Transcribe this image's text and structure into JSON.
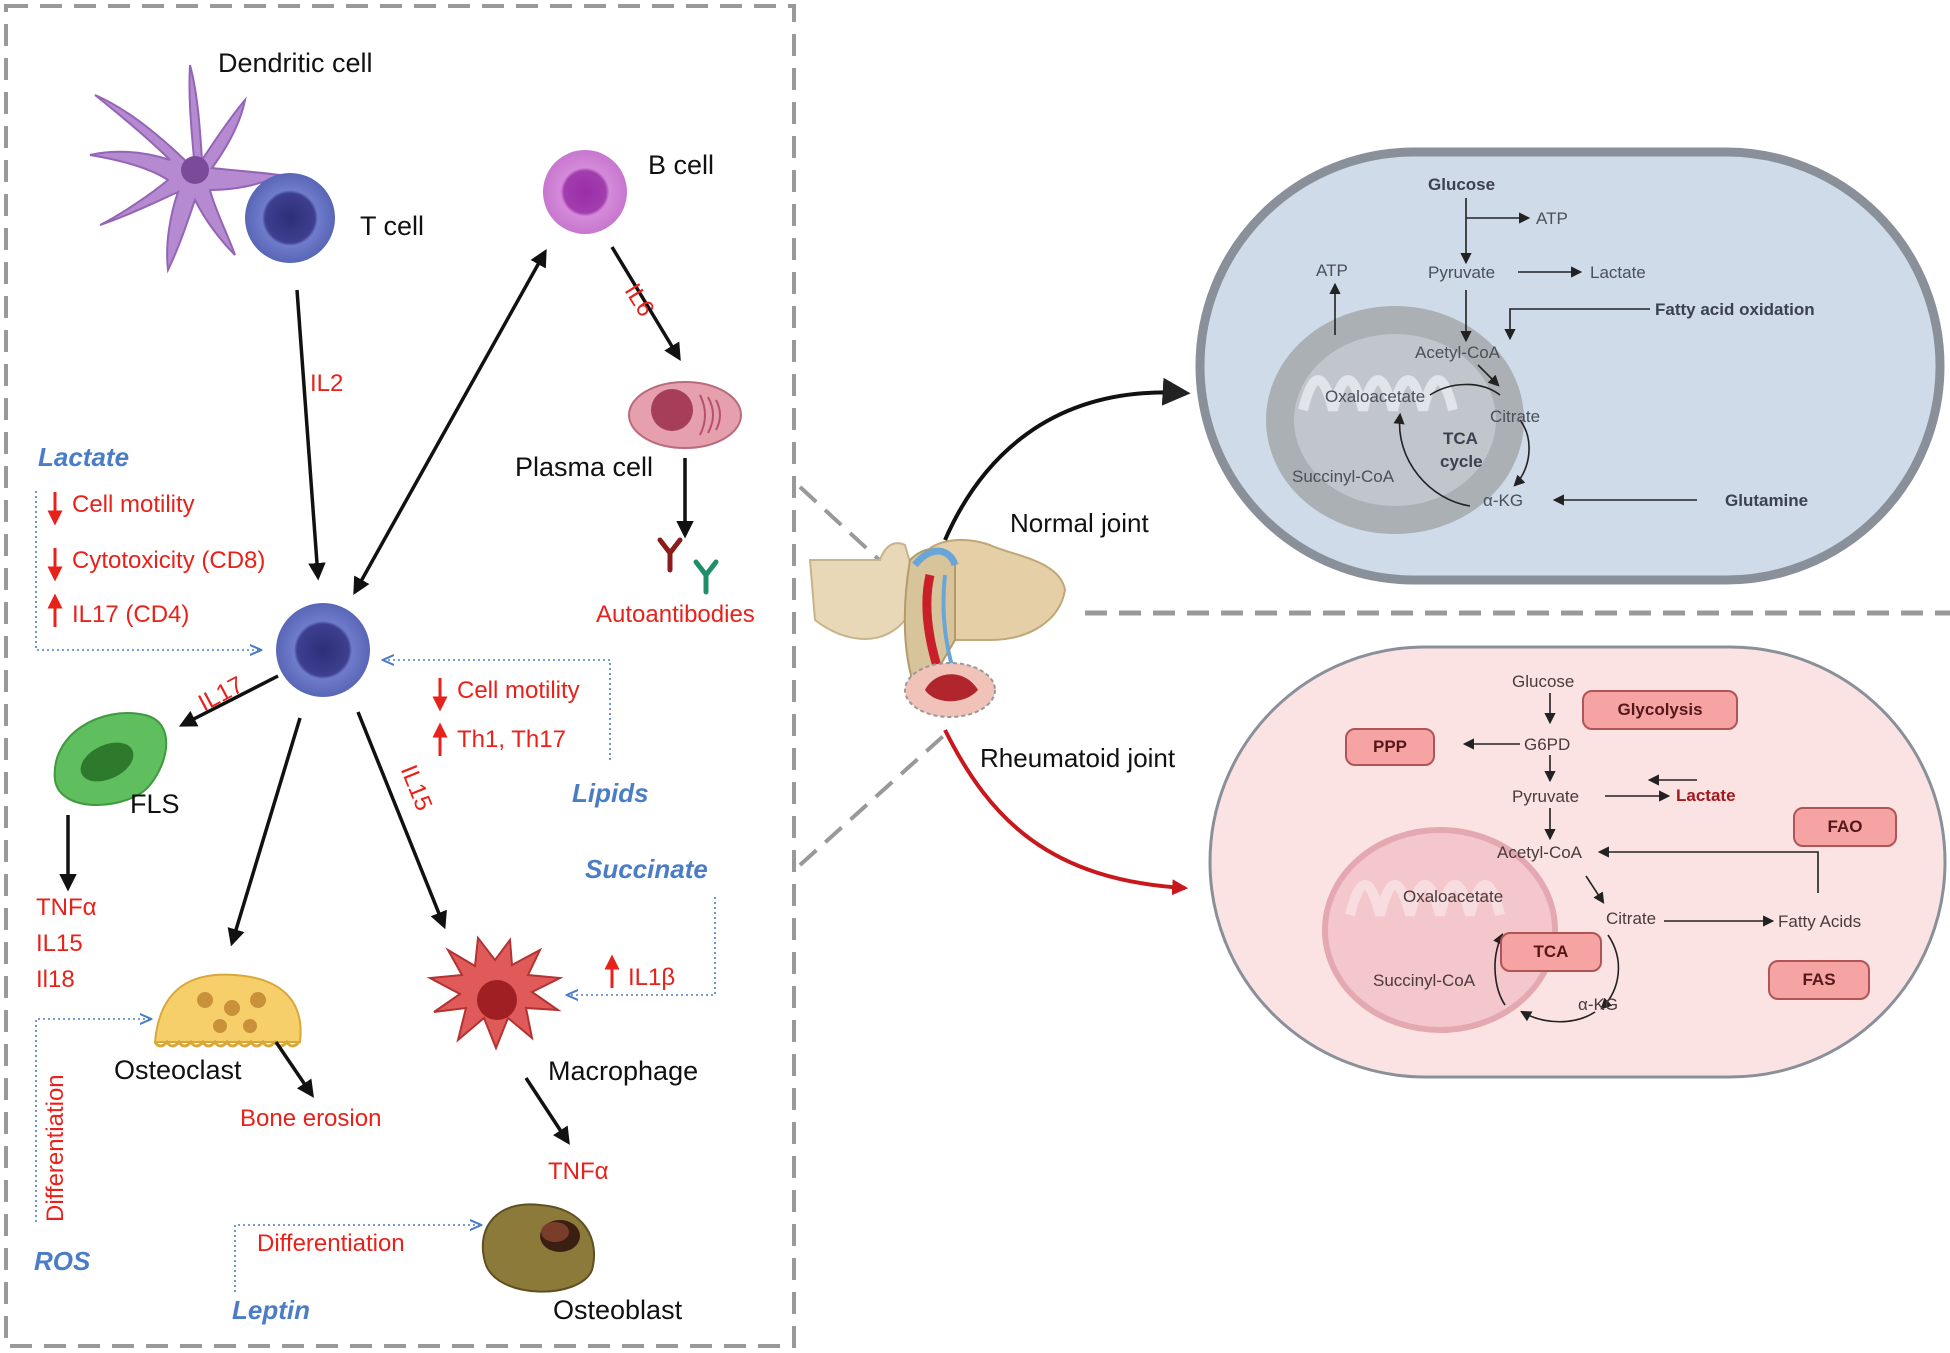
{
  "cells": {
    "dendritic": "Dendritic cell",
    "t_cell": "T cell",
    "b_cell": "B cell",
    "plasma": "Plasma cell",
    "fls": "FLS",
    "osteoclast": "Osteoclast",
    "macrophage": "Macrophage",
    "osteoblast": "Osteoblast"
  },
  "cytokines": {
    "il2": "IL2",
    "il6": "IL6",
    "il17": "IL17",
    "il15": "IL15",
    "autoantibodies": "Autoantibodies",
    "fls_out": [
      "TNFα",
      "IL15",
      "Il18"
    ],
    "bone_erosion": "Bone erosion",
    "tnfa": "TNFα"
  },
  "metabolites": {
    "lactate": {
      "label": "Lactate",
      "effects": [
        "Cell motility",
        "Cytotoxicity (CD8)",
        "IL17 (CD4)"
      ]
    },
    "lipids": {
      "label": "Lipids",
      "effects": [
        "Cell motility",
        "Th1, Th17"
      ]
    },
    "succinate": {
      "label": "Succinate",
      "effects": [
        "IL1β"
      ]
    },
    "ros": {
      "label": "ROS",
      "effect": "Differentiation"
    },
    "leptin": {
      "label": "Leptin",
      "effect": "Differentiation"
    }
  },
  "joints": {
    "normal": "Normal joint",
    "rheumatoid": "Rheumatoid joint"
  },
  "normal_cell": {
    "glucose": "Glucose",
    "atp1": "ATP",
    "atp2": "ATP",
    "pyruvate": "Pyruvate",
    "lactate": "Lactate",
    "fao": "Fatty acid oxidation",
    "acetyl": "Acetyl-CoA",
    "oxaloacetate": "Oxaloacetate",
    "citrate": "Citrate",
    "tca": "TCA",
    "cycle": "cycle",
    "succinyl": "Succinyl-CoA",
    "akg": "α-KG",
    "glutamine": "Glutamine"
  },
  "ra_cell": {
    "glucose": "Glucose",
    "glycolysis": "Glycolysis",
    "ppp": "PPP",
    "g6pd": "G6PD",
    "pyruvate": "Pyruvate",
    "lactate": "Lactate",
    "fao": "FAO",
    "acetyl": "Acetyl-CoA",
    "oxaloacetate": "Oxaloacetate",
    "citrate": "Citrate",
    "fatty_acids": "Fatty Acids",
    "tca": "TCA",
    "fas": "FAS",
    "succinyl": "Succinyl-CoA",
    "akg": "α-KG"
  },
  "colors": {
    "label_red": "#e8211b",
    "metabolite_blue": "#4a7dc6",
    "normal_cell_fill": "#cfdbe8",
    "ra_cell_fill": "#fbe3e3"
  }
}
